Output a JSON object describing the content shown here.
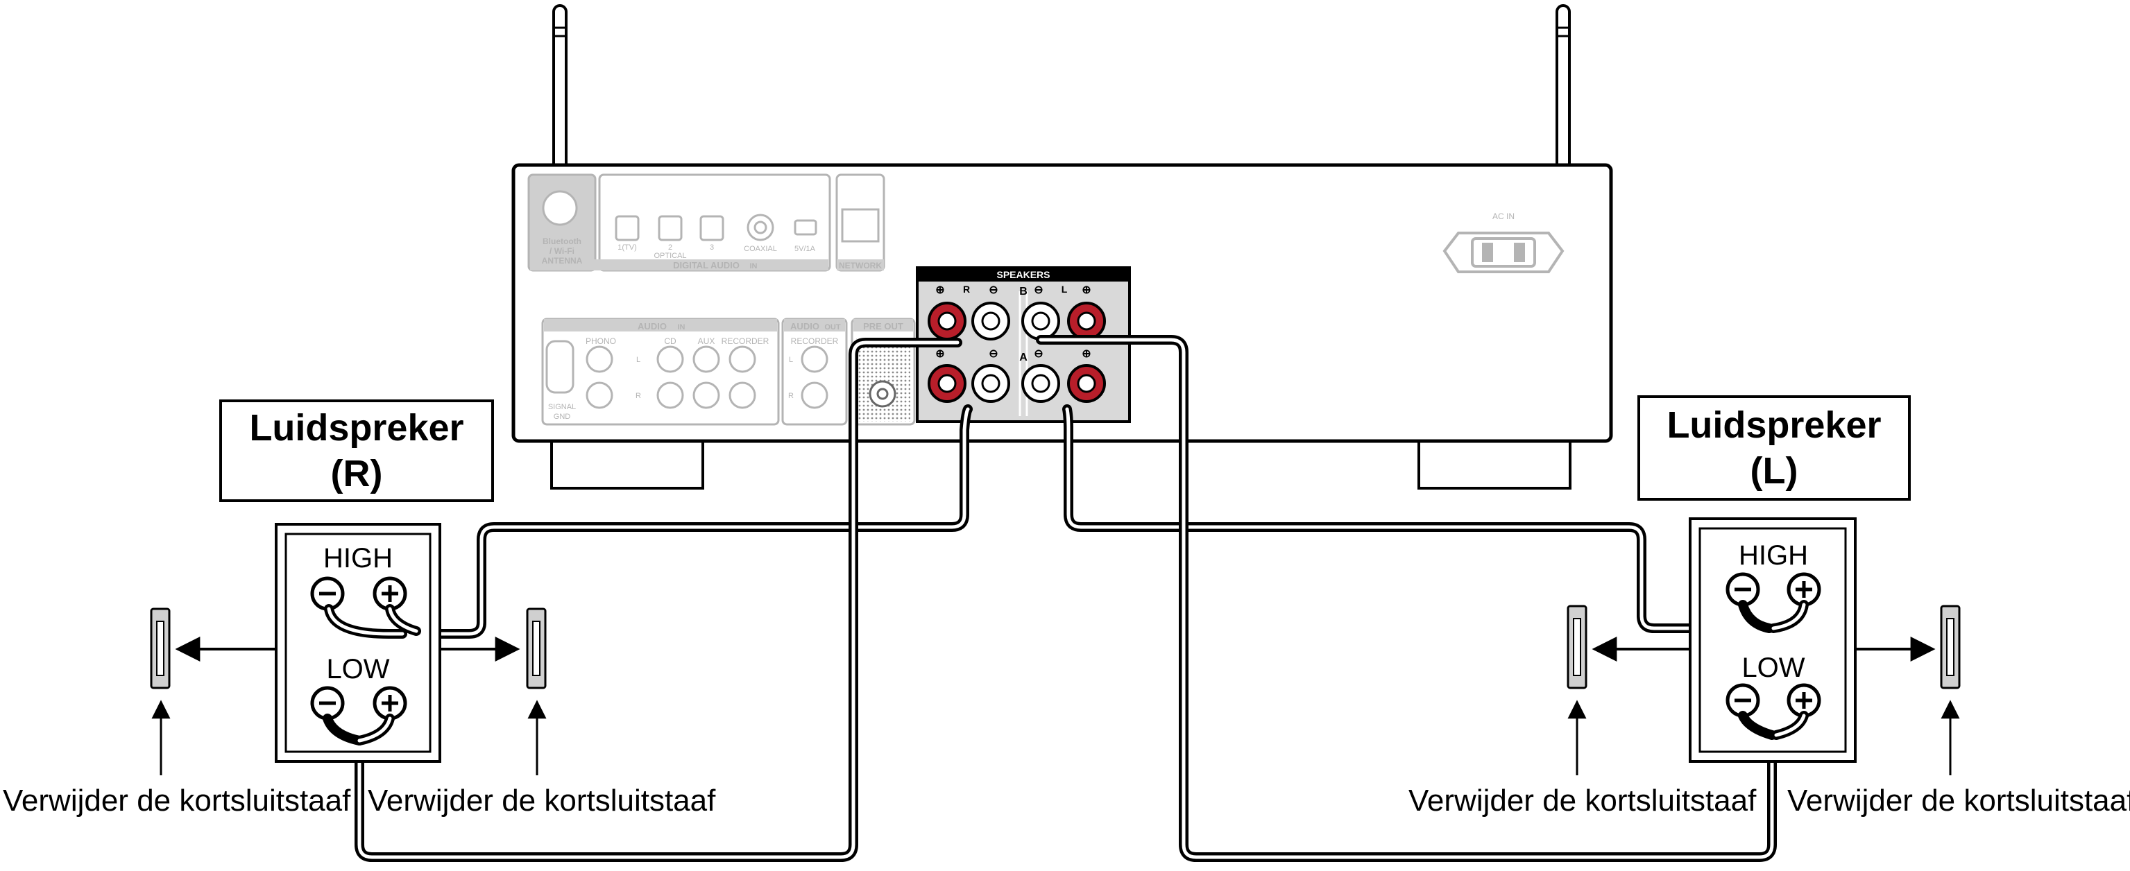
{
  "receiver": {
    "antenna_label_1": "Bluetooth",
    "antenna_label_2": "/ Wi-Fi",
    "antenna_label_3": "ANTENNA",
    "digital_inputs": [
      "1(TV)",
      "2",
      "3",
      "COAXIAL"
    ],
    "optical_label": "OPTICAL",
    "usb_label": "5V/1A",
    "digital_audio_label": "DIGITAL AUDIO",
    "in_badge": "IN",
    "network_label": "NETWORK",
    "ac_in_label": "AC IN",
    "audio_label": "AUDIO",
    "out_badge": "OUT",
    "phono_label": "PHONO",
    "cd_label": "CD",
    "aux_label": "AUX",
    "recorder_label": "RECORDER",
    "recorder_out_label": "RECORDER",
    "pre_out_label": "PRE OUT",
    "signal_gnd_label_1": "SIGNAL",
    "signal_gnd_label_2": "GND",
    "channel_l": "L",
    "channel_r": "R"
  },
  "speakers_panel": {
    "title": "SPEAKERS",
    "row_b": "B",
    "row_a": "A",
    "r_channel": "R",
    "l_channel": "L"
  },
  "speaker_right": {
    "title_line1": "Luidspreker",
    "title_line2": "(R)",
    "high_label": "HIGH",
    "low_label": "LOW"
  },
  "speaker_left": {
    "title_line1": "Luidspreker",
    "title_line2": "(L)",
    "high_label": "HIGH",
    "low_label": "LOW"
  },
  "callouts": {
    "remove_bar": "Verwijder de kortsluitstaaf"
  }
}
